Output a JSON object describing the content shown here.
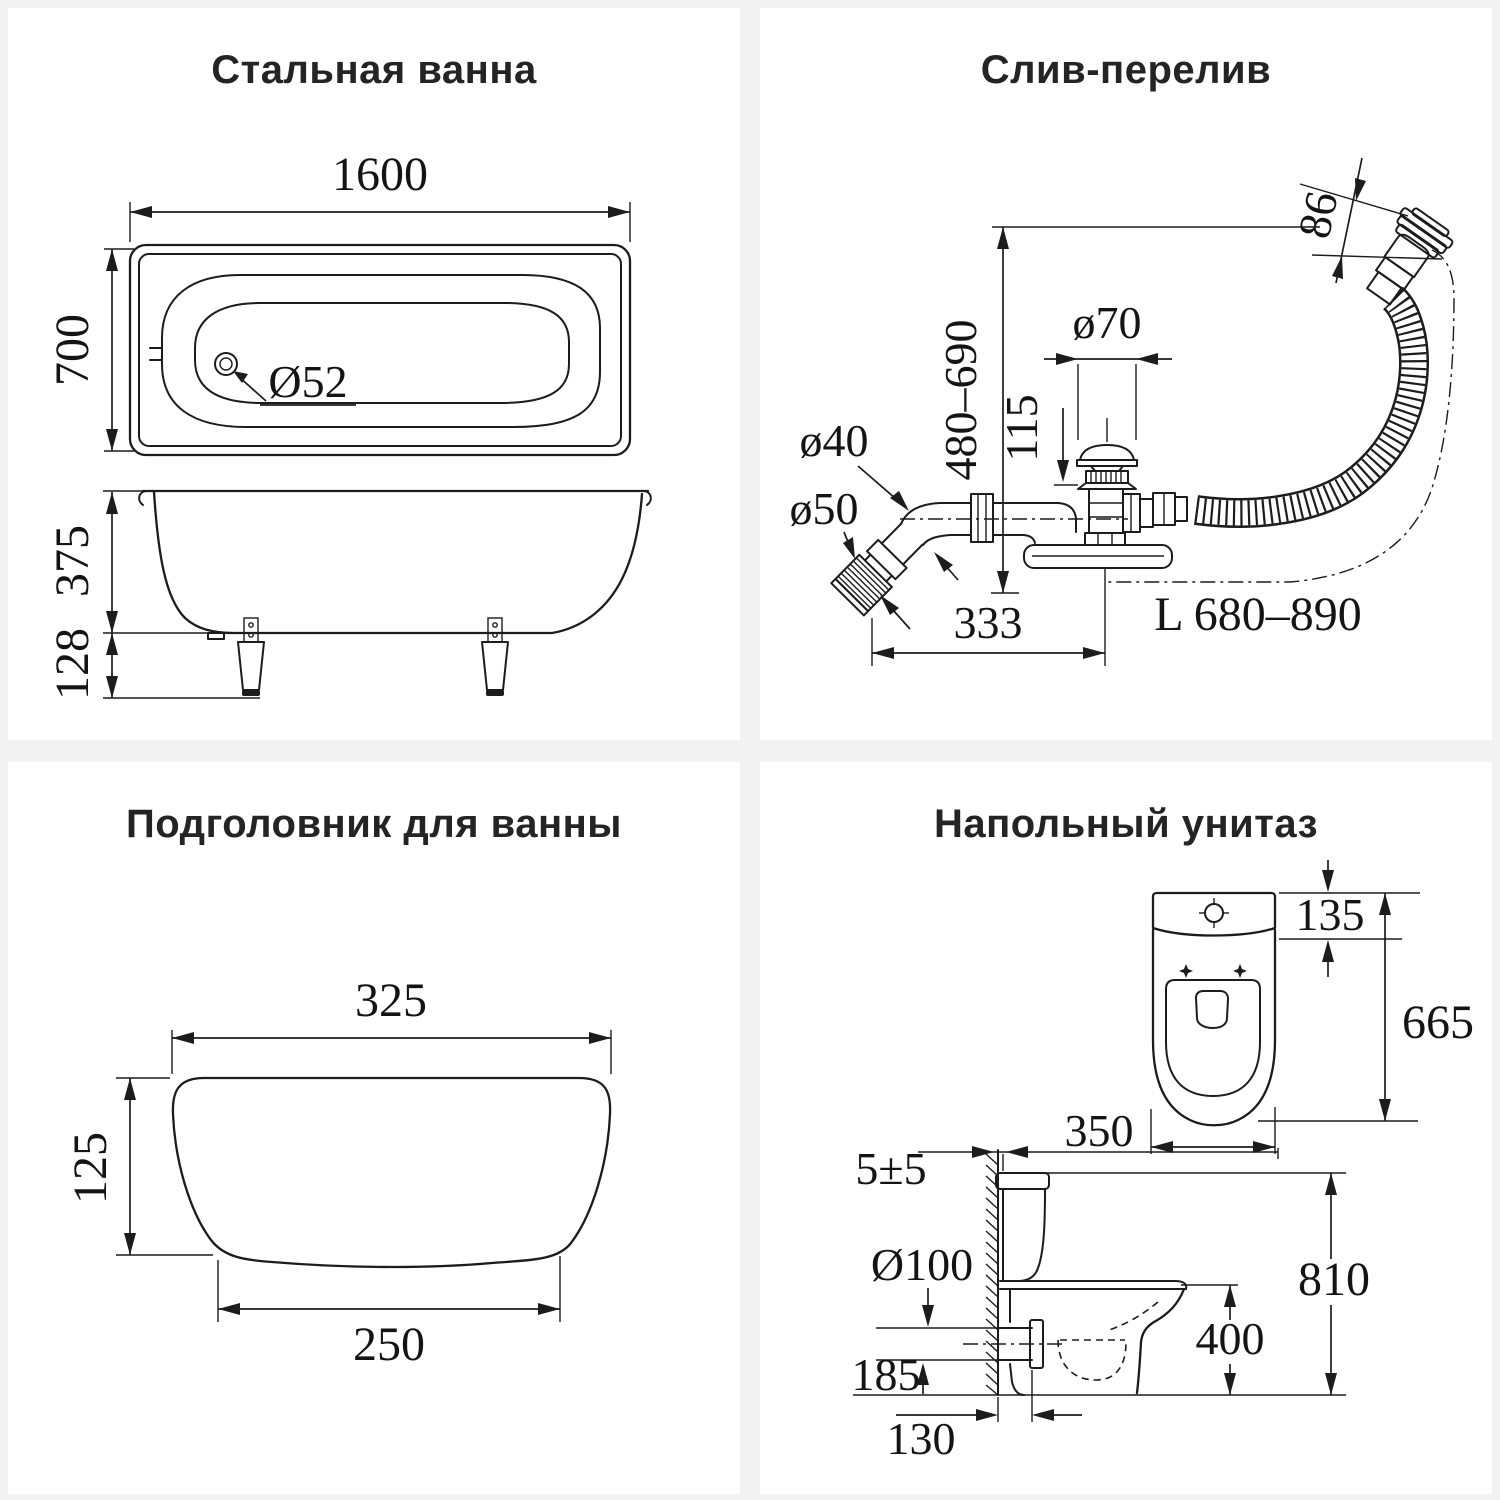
{
  "sheet": {
    "background": "#f2f2f2",
    "panel_background": "#ffffff",
    "line_color": "#1c1c1c"
  },
  "panels": {
    "bath": {
      "title": "Стальная ванна",
      "dims": {
        "length": "1600",
        "width": "700",
        "drain": "Ø52",
        "depth": "375",
        "leg_height": "128"
      }
    },
    "drain": {
      "title": "Слив-перелив",
      "dims": {
        "height_range": "480–690",
        "overflow_size": "86",
        "valve_cap": "ø70",
        "pipe_40": "ø40",
        "pipe_50": "ø50",
        "cap_offset": "115",
        "length": "333",
        "hose_length": "L 680–890"
      }
    },
    "headrest": {
      "title": "Подголовник для ванны",
      "dims": {
        "top_width": "325",
        "height": "125",
        "bottom_width": "250"
      }
    },
    "toilet": {
      "title": "Напольный унитаз",
      "dims": {
        "tank_depth": "135",
        "length": "665",
        "width": "350",
        "wall_gap": "5±5",
        "outlet_diameter": "Ø100",
        "outlet_height": "185",
        "outlet_offset": "130",
        "rim_height": "400",
        "total_height": "810"
      }
    }
  }
}
